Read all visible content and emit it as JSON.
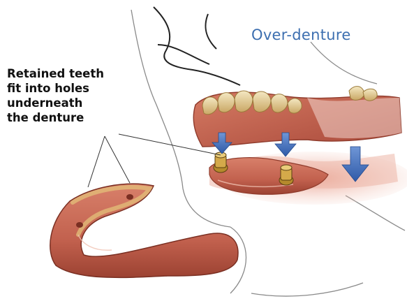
{
  "diagram": {
    "title": "Over-denture",
    "callout_lines": [
      "Retained teeth",
      "fit into holes",
      "underneath",
      "the denture"
    ]
  },
  "colors": {
    "title": "#3d6fb0",
    "gum": "#c2614e",
    "gum_dark": "#8f3b2c",
    "gum_light": "#f0c0b0",
    "tooth": "#e9d8a8",
    "tooth_shade": "#c7a868",
    "attachment": "#b58a2c",
    "arrow": "#3a67b5",
    "outline": "#222222",
    "skin_line": "#8a8a8a"
  },
  "icons": [
    "arrow-down-icon"
  ]
}
